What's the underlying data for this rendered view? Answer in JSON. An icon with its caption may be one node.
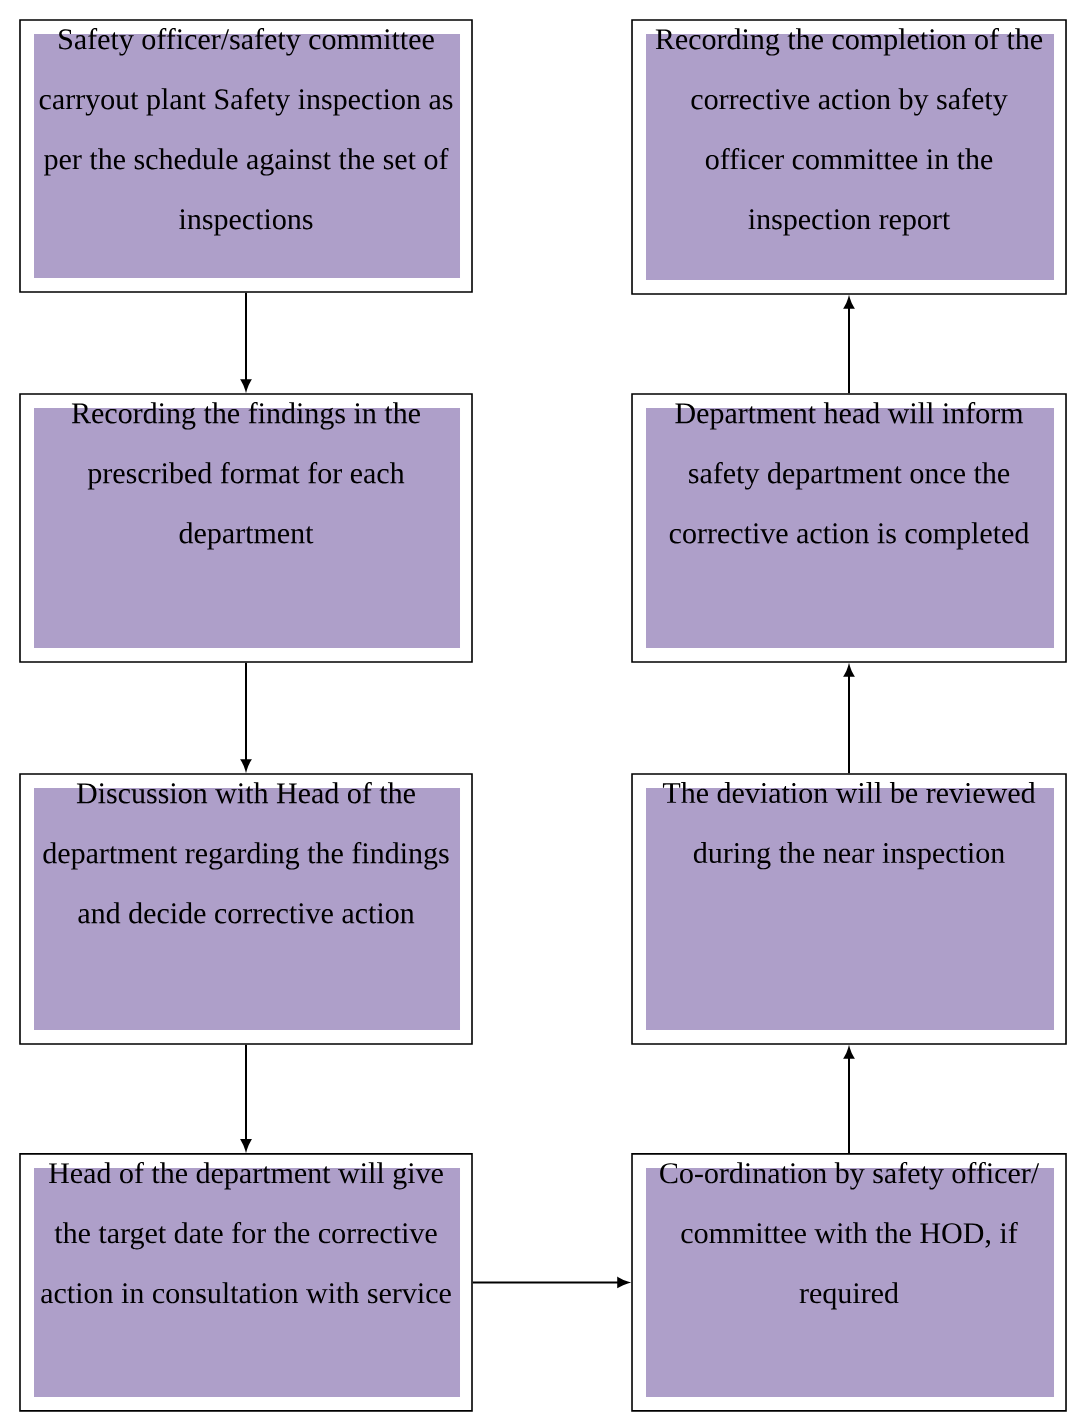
{
  "diagram": {
    "nodes": [
      {
        "text": [
          "Safety officer/safety committee carryout plant Safety inspection as per the schedule against the set of inspections"
        ]
      },
      {
        "text": [
          "Recording the findings in the prescribed format for each department"
        ]
      },
      {
        "text": [
          "Discussion with Head of the department regarding the findings and decide corrective action"
        ]
      },
      {
        "text": [
          "Head of the department will give the target date for the corrective action in consultation with service"
        ]
      },
      {
        "text": [
          "Co-ordination by safety officer/ committee with the HOD, if required"
        ]
      },
      {
        "text": [
          "The deviation will be reviewed during the near inspection"
        ]
      },
      {
        "text": [
          "Department head will inform safety department once the corrective action is completed"
        ]
      },
      {
        "text": [
          "Recording the completion of the corrective action by safety officer committee in the inspection report"
        ]
      }
    ],
    "edges": [
      {
        "from": 0,
        "to": 1,
        "arrow": "to"
      },
      {
        "from": 1,
        "to": 2,
        "arrow": "to"
      },
      {
        "from": 2,
        "to": 3,
        "arrow": "to"
      },
      {
        "from": 3,
        "to": 4,
        "arrow": "to"
      },
      {
        "from": 4,
        "to": 5,
        "arrow": "to"
      },
      {
        "from": 5,
        "to": 6,
        "arrow": "to"
      },
      {
        "from": 6,
        "to": 7,
        "arrow": "to"
      }
    ]
  }
}
